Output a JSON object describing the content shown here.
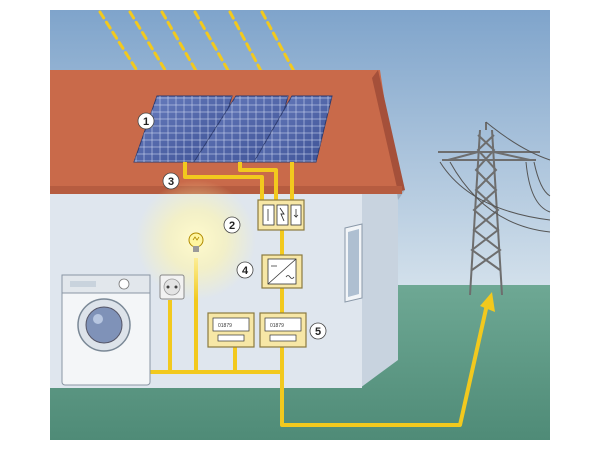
{
  "diagram": {
    "labels": [
      {
        "id": "1",
        "text": "1"
      },
      {
        "id": "2",
        "text": "2"
      },
      {
        "id": "3",
        "text": "3"
      },
      {
        "id": "4",
        "text": "4"
      },
      {
        "id": "5",
        "text": "5"
      }
    ],
    "meters": [
      {
        "reading": "01879"
      },
      {
        "reading": "01879"
      }
    ]
  },
  "colors": {
    "sky_top": "#7fa4cb",
    "sky_bottom": "#c9d9e8",
    "ground": "#5e9a86",
    "roof": "#c96a4a",
    "wall": "#dfe6ee",
    "wire": "#f2c91e",
    "panel": "#4e63a8",
    "pylon": "#6e6e6e"
  }
}
